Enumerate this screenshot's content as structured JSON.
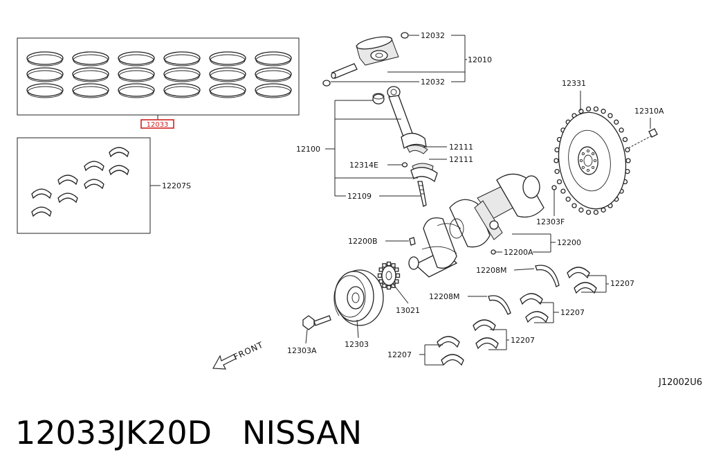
{
  "diagram_code": "J12002U6",
  "highlighted_part": "12033",
  "direction_label": "FRONT",
  "callouts": {
    "pin_snap_ring_top": "12032",
    "piston_assembly": "12010",
    "pin_snap_ring_bottom": "12032",
    "flywheel": "12331",
    "flywheel_bolt": "12310A",
    "connecting_rod": "12100",
    "rod_bearing_upper": "12111",
    "rod_bearing_lower": "12111",
    "rod_nut": "12314E",
    "rod_bolt": "12109",
    "main_bearing_set": "12207S",
    "crankshaft": "12200",
    "crankshaft_pilot": "12200A",
    "crankshaft_key": "12200B",
    "crank_plug": "12303F",
    "thrust_washer_upper": "12208M",
    "thrust_washer_lower": "12208M",
    "main_bearing_1": "12207",
    "main_bearing_2": "12207",
    "main_bearing_3": "12207",
    "main_bearing_4": "12207",
    "crank_sprocket": "13021",
    "crank_pulley": "12303",
    "pulley_bolt": "12303A"
  },
  "caption": {
    "part_number": "12033JK20D",
    "brand": "NISSAN"
  }
}
